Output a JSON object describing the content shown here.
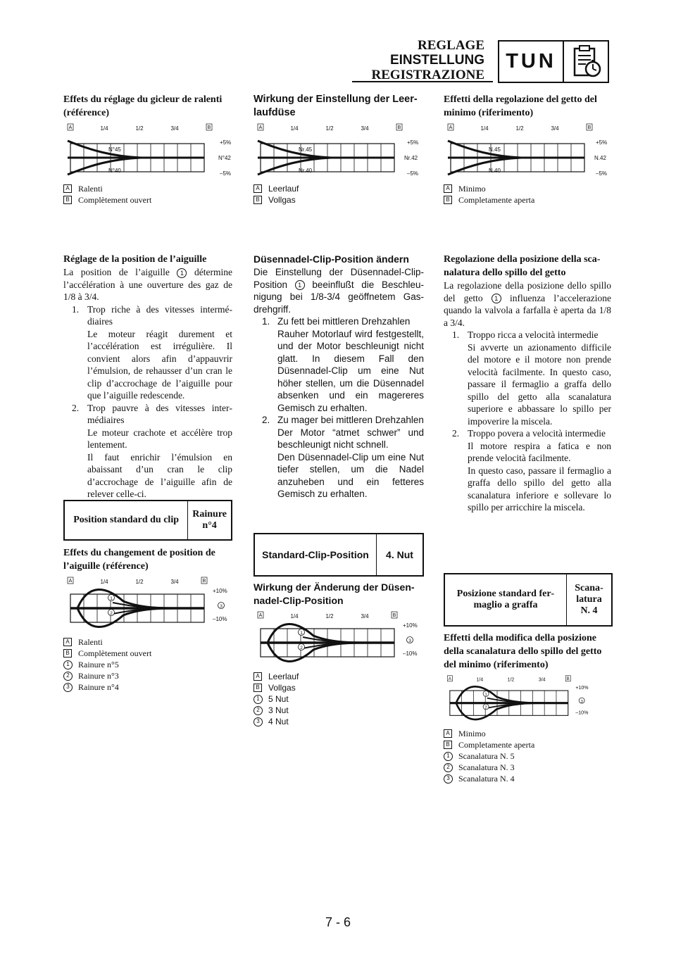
{
  "header": {
    "title_fr": "REGLAGE",
    "title_de": "EINSTELLUNG",
    "title_it": "REGISTRAZIONE",
    "section_code": "TUN"
  },
  "diagram_labels": {
    "a": "A",
    "b": "B",
    "q1": "1/4",
    "q2": "1/2",
    "q3": "3/4",
    "plus5": "+5%",
    "minus5": "–5%",
    "plus10": "+10%",
    "minus10": "–10%",
    "c1": "1",
    "c2": "2",
    "c3": "3"
  },
  "fr": {
    "pilot_heading": "Effets du réglage du gicleur de ralenti (référence)",
    "pilot_n45": "N°45",
    "pilot_n42": "N°42",
    "pilot_n40": "N°40",
    "legend_a": "Ralenti",
    "legend_b": "Complètement ouvert",
    "needle_heading": "Réglage de la position de l’aiguille",
    "needle_intro_1": "La position de l’aiguille",
    "needle_intro_2": "détermine l’accélération à une ouverture des gaz de 1/8 à 3/4.",
    "item1_num": "1.",
    "item1_title": "Trop riche à des vitesses intermé­diaires",
    "item1_body": "Le moteur réagit durement et l’accélération est irrégulière. Il convient alors afin d’appauvrir l’émulsion, de rehausser d’un cran le clip d’accrochage de l’aiguille pour que l’aiguille redescende.",
    "item2_num": "2.",
    "item2_title": "Trop pauvre à des vitesses inter­médiaires",
    "item2_body_1": "Le moteur crachote et accélère trop lentement.",
    "item2_body_2": "Il faut enrichir l’émulsion en abaissant d’un cran le clip d’accrochage de l’aiguille afin de relever celle-ci.",
    "std_label": "Position standard du clip",
    "std_value": "Rainure n°4",
    "effect_heading": "Effets du changement de position de l’aiguille (référence)",
    "clip1": "Rainure n°5",
    "clip2": "Rainure n°3",
    "clip3": "Rainure n°4"
  },
  "de": {
    "pilot_heading": "Wirkung der Einstellung der Leer­laufdüse",
    "pilot_n45": "Nr.45",
    "pilot_n42": "Nr.42",
    "pilot_n40": "Nr.40",
    "legend_a": "Leerlauf",
    "legend_b": "Vollgas",
    "needle_heading": "Düsennadel-Clip-Position ändern",
    "needle_intro_1": "Die Einstellung der Düsennadel-Clip-Position",
    "needle_intro_2": "beeinflußt die Beschleu­nigung bei 1/8-3/4 geöffnetem Gas­drehgriff.",
    "item1_num": "1.",
    "item1_title": "Zu fett bei mittleren Drehzah­len",
    "item1_body": "Rauher Motorlauf wird festge­stellt, und der Motor beschleu­nigt nicht glatt. In diesem Fall den Düsennadel-Clip um eine Nut höher stellen, um die Dü­sennadel absenken und ein magereres Gemisch zu erhal­ten.",
    "item2_num": "2.",
    "item2_title": "Zu mager bei mittleren Dreh­zahlen",
    "item2_body_1": "Der Motor “atmet schwer” und beschleunigt nicht schnell.",
    "item2_body_2": "Den Düsennadel-Clip um eine Nut tiefer stellen, um die Nadel anzuheben und ein fetteres Gemisch zu erhalten.",
    "std_label": "Standard-Clip-Posi­tion",
    "std_value": "4. Nut",
    "effect_heading": "Wirkung der Änderung der Düsen­nadel-Clip-Position",
    "clip1": "5 Nut",
    "clip2": "3 Nut",
    "clip3": "4 Nut"
  },
  "it": {
    "pilot_heading": "Effetti della regolazione del getto del minimo (riferimento)",
    "pilot_n45": "N.45",
    "pilot_n42": "N.42",
    "pilot_n40": "N.40",
    "legend_a": "Minimo",
    "legend_b": "Completamente aperta",
    "needle_heading": "Regolazione della posizione della sca­nalatura dello spillo del getto",
    "needle_intro_1": "La regolazione della posizione dello spillo del getto",
    "needle_intro_2": "influenza l’accelera­zione quando la valvola a farfalla è aperta da 1/8 a 3/4.",
    "item1_num": "1.",
    "item1_title": "Troppo ricca a velocità interme­die",
    "item1_body": "Si avverte un azionamento diffi­cile del motore e il motore non prende velocità facilmente. In questo caso, passare il fermaglio a graffa dello spillo del getto alla scanalatura superiore e abbassare lo spillo per impoverire la miscela.",
    "item2_num": "2.",
    "item2_title": "Troppo povera a velocità inter­medie",
    "item2_body_1": "Il motore respira a fatica e non prende velocità facilmente.",
    "item2_body_2": "In questo caso, passare il ferma­glio a graffa dello spillo del getto alla scanalatura inferiore e solle­vare lo spillo per arricchire la miscela.",
    "std_label": "Posizione standard fer­maglio a graffa",
    "std_value": "Scana­latura N. 4",
    "effect_heading": "Effetti della modifica della posizione della scanalatura dello spillo del getto del minimo (riferimento)",
    "clip1": "Scanalatura N. 5",
    "clip2": "Scanalatura N. 3",
    "clip3": "Scanalatura N. 4"
  },
  "footer": {
    "page_number": "7 - 6"
  }
}
